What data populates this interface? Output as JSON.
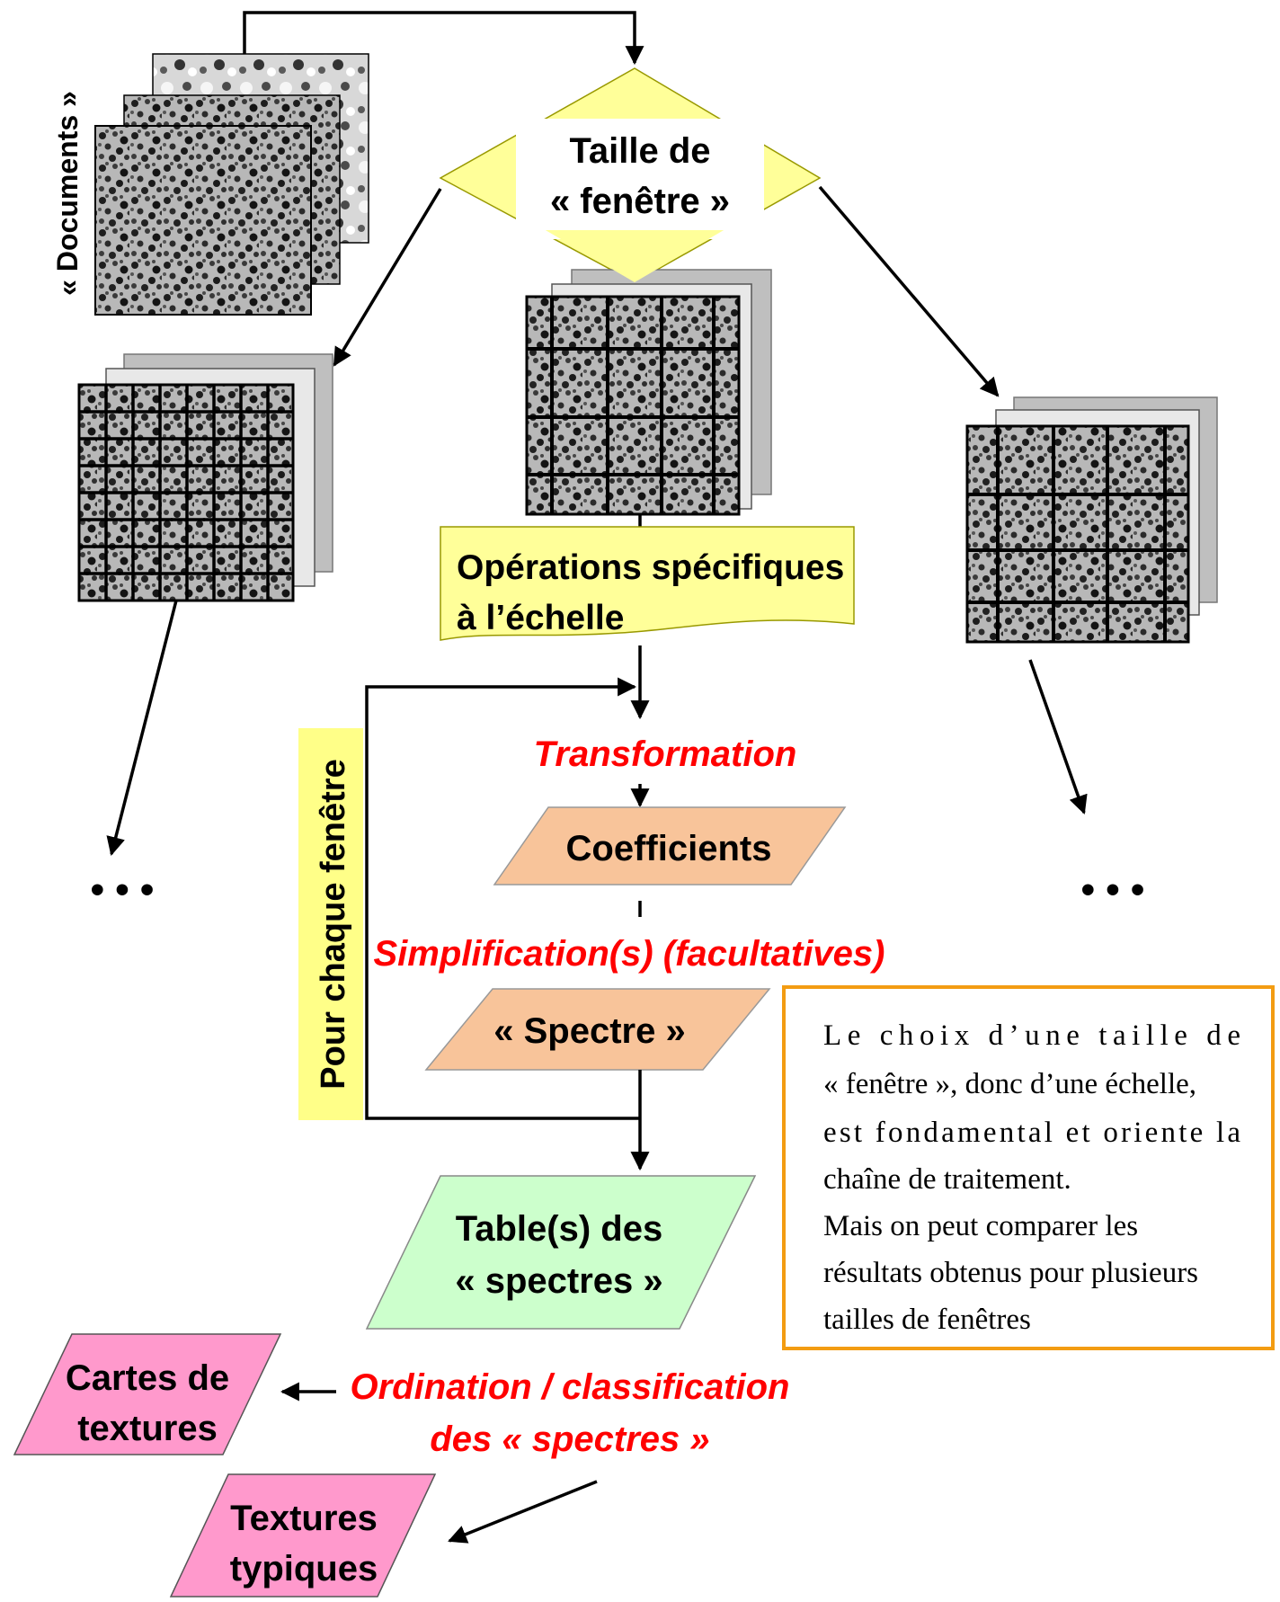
{
  "labels": {
    "documents": "« Documents »",
    "window_size": [
      "Taille de",
      "« fenêtre »"
    ],
    "scale_ops": [
      "Opérations spécifiques",
      "à l’échelle"
    ],
    "transformation": "Transformation",
    "coefficients": "Coefficients",
    "simplification": "Simplification(s) (facultatives)",
    "spectre": "« Spectre »",
    "table": [
      "Table(s) des",
      "« spectres »"
    ],
    "loop": "Pour chaque fenêtre",
    "ordination": [
      "Ordination / classification",
      "des « spectres »"
    ],
    "texture_maps": [
      "Cartes de",
      "textures"
    ],
    "typical_textures": [
      "Textures",
      "typiques"
    ],
    "ellipsis": "• • •"
  },
  "note": {
    "lines": [
      "Le choix d’une taille de",
      "« fenêtre », donc d’une échelle,",
      "est fondamental et oriente la",
      "chaîne de traitement.",
      "Mais on peut comparer les",
      "résultats obtenus pour plusieurs",
      "tailles de fenêtres"
    ]
  },
  "colors": {
    "decision_yellow": "#ffff99",
    "process_yellow": "#ffff99",
    "data_orange": "#f8c49a",
    "table_green": "#ccffcc",
    "output_pink": "#ff99cc",
    "emphasis_red": "#ff0000",
    "note_border": "#f39c12",
    "loop_label_yellow": "#ffff88"
  }
}
